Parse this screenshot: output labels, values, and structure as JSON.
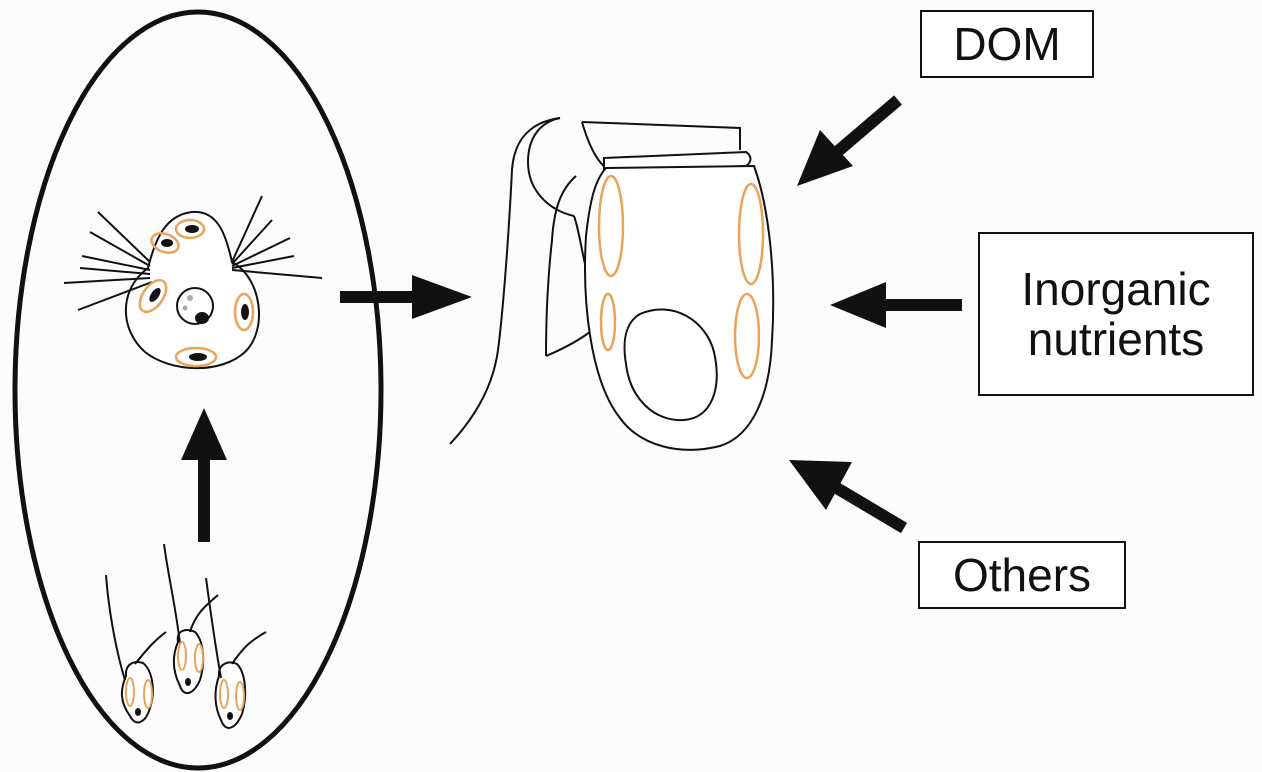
{
  "labels": {
    "dom": "DOM",
    "inorganic_nutrients": "Inorganic\nnutrients",
    "others": "Others"
  },
  "colors": {
    "line": "#111111",
    "plastid": "#eba25a",
    "background": "#fcfcfc"
  }
}
